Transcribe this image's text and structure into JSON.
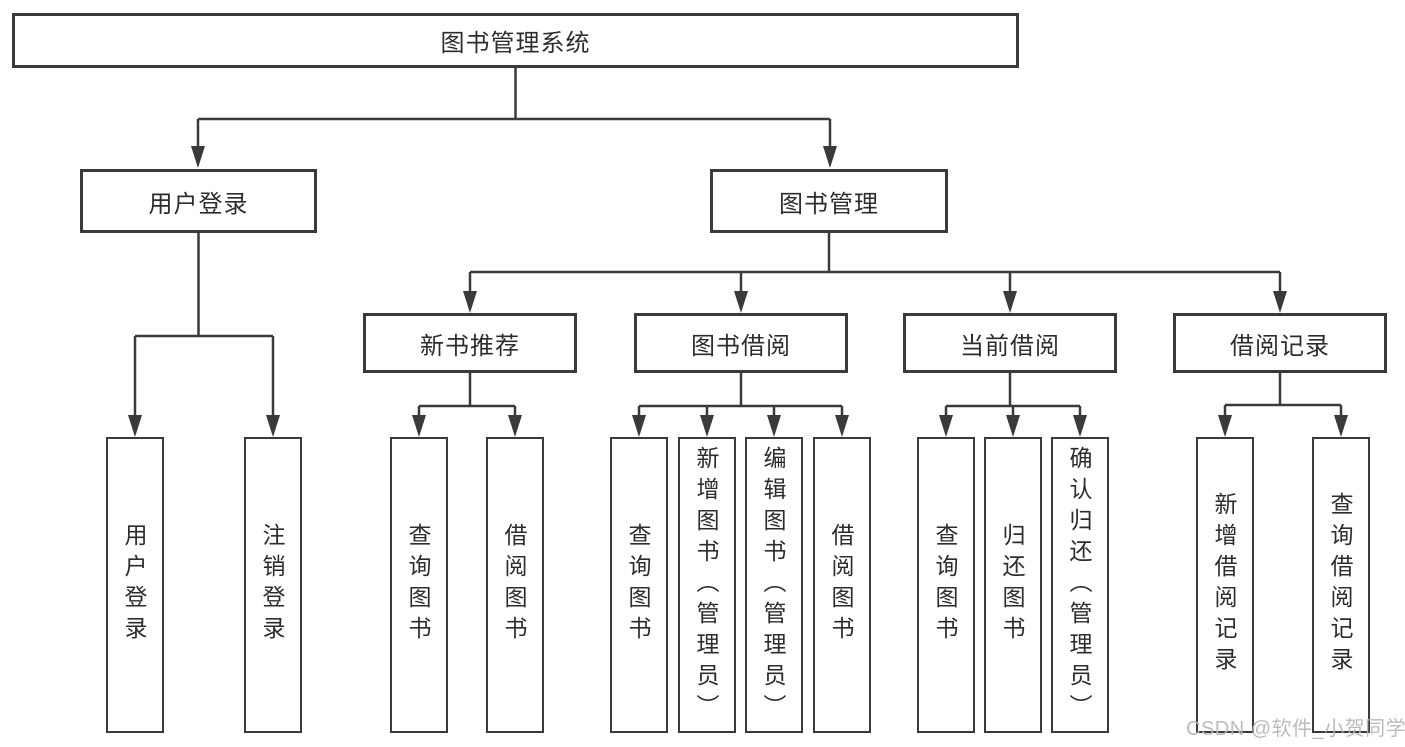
{
  "tree": {
    "label": "图书管理系统",
    "children": [
      {
        "label": "用户登录",
        "children": [
          {
            "label": "用户登录"
          },
          {
            "label": "注销登录"
          }
        ]
      },
      {
        "label": "图书管理",
        "children": [
          {
            "label": "新书推荐",
            "children": [
              {
                "label": "查询图书"
              },
              {
                "label": "借阅图书"
              }
            ]
          },
          {
            "label": "图书借阅",
            "children": [
              {
                "label": "查询图书"
              },
              {
                "label": "新增图书（管理员）"
              },
              {
                "label": "编辑图书（管理员）"
              },
              {
                "label": "借阅图书"
              }
            ]
          },
          {
            "label": "当前借阅",
            "children": [
              {
                "label": "查询图书"
              },
              {
                "label": "归还图书"
              },
              {
                "label": "确认归还（管理员）"
              }
            ]
          },
          {
            "label": "借阅记录",
            "children": [
              {
                "label": "新增借阅记录"
              },
              {
                "label": "查询借阅记录"
              }
            ]
          }
        ]
      }
    ]
  },
  "watermark": {
    "text": "CSDN @软件_小贺同学"
  },
  "colors": {
    "line": "#3a3a3a",
    "text": "#2d2d2d",
    "background": "#ffffff",
    "watermark": "#b4b7bb"
  }
}
